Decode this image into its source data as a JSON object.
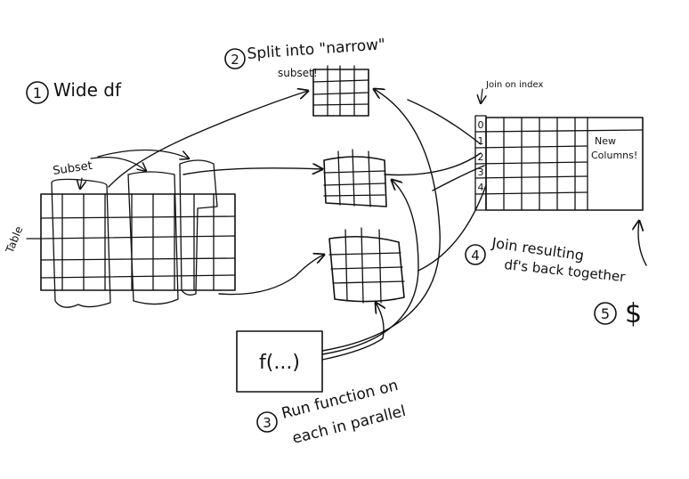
{
  "steps": {
    "wide": {
      "number": "1",
      "label": "Wide df"
    },
    "split": {
      "number": "2",
      "label_line1": "Split into \"narrow\"",
      "label_line2": "subset!"
    },
    "run": {
      "number": "3",
      "label_line1": "Run function on",
      "label_line2": "each in parallel"
    },
    "join": {
      "number": "4",
      "label_line1": "Join resulting",
      "label_line2": "df's back together"
    },
    "profit": {
      "number": "5",
      "label": "$"
    }
  },
  "annotations": {
    "subset": "Subset",
    "table": "Table",
    "join_on_index": "Join on index",
    "new_columns_line1": "New",
    "new_columns_line2": "Columns!",
    "function": "f(...)"
  },
  "index_labels": [
    "0",
    "1",
    "2",
    "3",
    "4"
  ]
}
